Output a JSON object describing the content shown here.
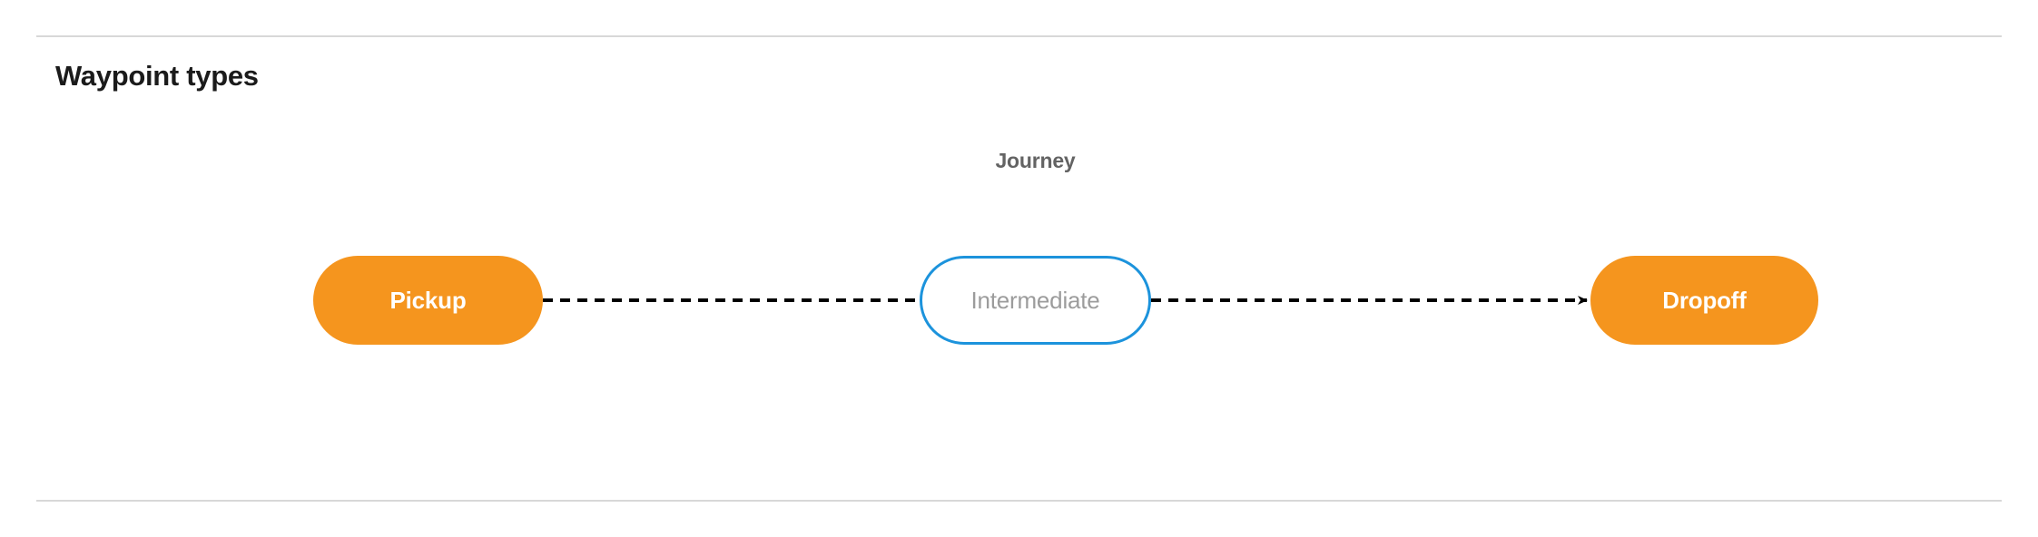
{
  "section": {
    "title": "Waypoint types"
  },
  "diagram": {
    "type": "flow",
    "group_label": "Journey",
    "nodes": [
      {
        "id": "pickup",
        "label": "Pickup",
        "style": "terminal",
        "fill": "#f5951e",
        "text_color": "#ffffff"
      },
      {
        "id": "intermediate",
        "label": "Intermediate",
        "style": "intermediate",
        "fill": "#ffffff",
        "border_color": "#1c93dc",
        "text_color": "#9c9c9c"
      },
      {
        "id": "dropoff",
        "label": "Dropoff",
        "style": "terminal",
        "fill": "#f5951e",
        "text_color": "#ffffff"
      }
    ],
    "edges": [
      {
        "from": "pickup",
        "to": "intermediate",
        "style": "dashed",
        "arrowhead": false
      },
      {
        "from": "intermediate",
        "to": "dropoff",
        "style": "dashed",
        "arrowhead": true
      }
    ],
    "edge_color": "#000000"
  },
  "colors": {
    "accent_orange": "#f5951e",
    "accent_blue": "#1c93dc",
    "rule": "#d8d8d8",
    "title": "#1b1b1b",
    "muted_text": "#636363"
  }
}
